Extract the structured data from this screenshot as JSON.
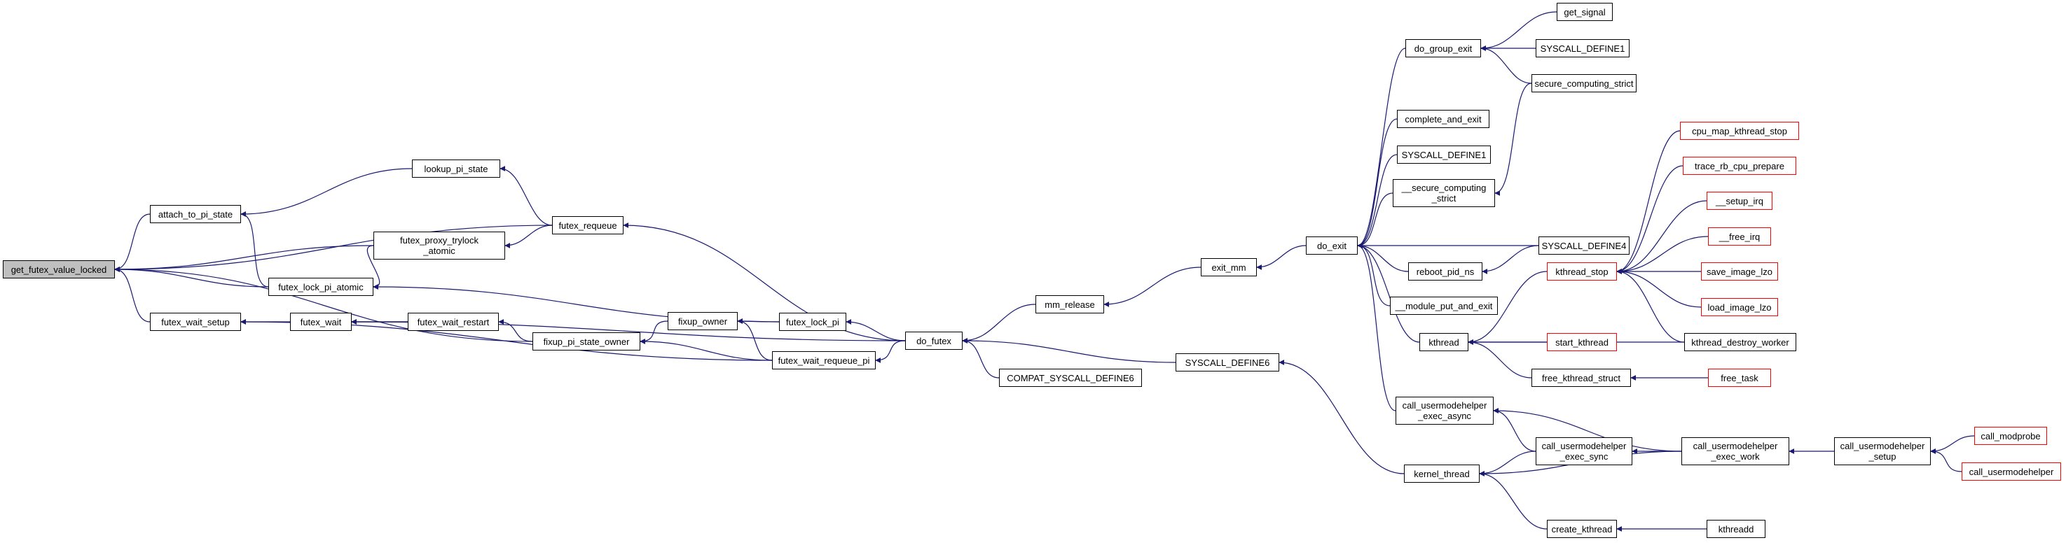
{
  "nodes": [
    {
      "id": "n_get_futex_value_locked",
      "label": "get_futex_value_locked",
      "root": true
    },
    {
      "id": "n_attach_to_pi_state",
      "label": "attach_to_pi_state"
    },
    {
      "id": "n_futex_wait_setup",
      "label": "futex_wait_setup"
    },
    {
      "id": "n_lookup_pi_state",
      "label": "lookup_pi_state"
    },
    {
      "id": "n_futex_proxy_trylock_atomic",
      "label": "futex_proxy_trylock\n_atomic"
    },
    {
      "id": "n_futex_lock_pi_atomic",
      "label": "futex_lock_pi_atomic"
    },
    {
      "id": "n_futex_wait",
      "label": "futex_wait"
    },
    {
      "id": "n_futex_wait_restart",
      "label": "futex_wait_restart"
    },
    {
      "id": "n_futex_requeue",
      "label": "futex_requeue"
    },
    {
      "id": "n_fixup_pi_state_owner",
      "label": "fixup_pi_state_owner"
    },
    {
      "id": "n_fixup_owner",
      "label": "fixup_owner"
    },
    {
      "id": "n_futex_lock_pi",
      "label": "futex_lock_pi"
    },
    {
      "id": "n_futex_wait_requeue_pi",
      "label": "futex_wait_requeue_pi"
    },
    {
      "id": "n_do_futex",
      "label": "do_futex"
    },
    {
      "id": "n_mm_release",
      "label": "mm_release"
    },
    {
      "id": "n_compat_syscall_define6",
      "label": "COMPAT_SYSCALL_DEFINE6"
    },
    {
      "id": "n_exit_mm",
      "label": "exit_mm"
    },
    {
      "id": "n_syscall_define6",
      "label": "SYSCALL_DEFINE6"
    },
    {
      "id": "n_do_exit",
      "label": "do_exit"
    },
    {
      "id": "n_do_group_exit",
      "label": "do_group_exit"
    },
    {
      "id": "n_complete_and_exit",
      "label": "complete_and_exit"
    },
    {
      "id": "n_syscall_define1_b",
      "label": "SYSCALL_DEFINE1"
    },
    {
      "id": "n_secure_computing_strict_u",
      "label": "__secure_computing\n_strict"
    },
    {
      "id": "n_reboot_pid_ns",
      "label": "reboot_pid_ns"
    },
    {
      "id": "n_module_put_and_exit",
      "label": "__module_put_and_exit"
    },
    {
      "id": "n_kthread",
      "label": "kthread"
    },
    {
      "id": "n_cu_exec_async",
      "label": "call_usermodehelper\n_exec_async"
    },
    {
      "id": "n_kernel_thread",
      "label": "kernel_thread"
    },
    {
      "id": "n_get_signal",
      "label": "get_signal"
    },
    {
      "id": "n_syscall_define1_a",
      "label": "SYSCALL_DEFINE1"
    },
    {
      "id": "n_secure_computing_strict",
      "label": "secure_computing_strict"
    },
    {
      "id": "n_syscall_define4",
      "label": "SYSCALL_DEFINE4"
    },
    {
      "id": "n_kthread_stop",
      "label": "kthread_stop",
      "red": true
    },
    {
      "id": "n_start_kthread",
      "label": "start_kthread",
      "red": true
    },
    {
      "id": "n_free_kthread_struct",
      "label": "free_kthread_struct"
    },
    {
      "id": "n_cu_exec_sync",
      "label": "call_usermodehelper\n_exec_sync"
    },
    {
      "id": "n_create_kthread",
      "label": "create_kthread"
    },
    {
      "id": "n_cpu_map_kthread_stop",
      "label": "cpu_map_kthread_stop",
      "red": true
    },
    {
      "id": "n_trace_rb_cpu_prepare",
      "label": "trace_rb_cpu_prepare",
      "red": true
    },
    {
      "id": "n_setup_irq",
      "label": "__setup_irq",
      "red": true
    },
    {
      "id": "n_free_irq",
      "label": "__free_irq",
      "red": true
    },
    {
      "id": "n_save_image_lzo",
      "label": "save_image_lzo",
      "red": true
    },
    {
      "id": "n_load_image_lzo",
      "label": "load_image_lzo",
      "red": true
    },
    {
      "id": "n_kthread_destroy_worker",
      "label": "kthread_destroy_worker"
    },
    {
      "id": "n_free_task",
      "label": "free_task",
      "red": true
    },
    {
      "id": "n_kthreadd",
      "label": "kthreadd"
    },
    {
      "id": "n_cu_exec_work",
      "label": "call_usermodehelper\n_exec_work"
    },
    {
      "id": "n_cu_setup",
      "label": "call_usermodehelper\n_setup"
    },
    {
      "id": "n_call_modprobe",
      "label": "call_modprobe",
      "red": true
    },
    {
      "id": "n_call_usermodehelper",
      "label": "call_usermodehelper",
      "red": true
    }
  ],
  "edges": [
    [
      "n_attach_to_pi_state",
      "n_get_futex_value_locked"
    ],
    [
      "n_futex_requeue",
      "n_get_futex_value_locked"
    ],
    [
      "n_futex_proxy_trylock_atomic",
      "n_get_futex_value_locked"
    ],
    [
      "n_futex_lock_pi_atomic",
      "n_get_futex_value_locked"
    ],
    [
      "n_fixup_pi_state_owner",
      "n_get_futex_value_locked"
    ],
    [
      "n_futex_wait_setup",
      "n_get_futex_value_locked"
    ],
    [
      "n_lookup_pi_state",
      "n_attach_to_pi_state"
    ],
    [
      "n_futex_lock_pi_atomic",
      "n_attach_to_pi_state"
    ],
    [
      "n_futex_wait",
      "n_futex_wait_setup"
    ],
    [
      "n_futex_wait_requeue_pi",
      "n_futex_wait_setup"
    ],
    [
      "n_futex_requeue",
      "n_lookup_pi_state"
    ],
    [
      "n_futex_requeue",
      "n_futex_proxy_trylock_atomic"
    ],
    [
      "n_futex_proxy_trylock_atomic",
      "n_futex_lock_pi_atomic"
    ],
    [
      "n_futex_lock_pi",
      "n_futex_lock_pi_atomic"
    ],
    [
      "n_futex_wait_restart",
      "n_futex_wait"
    ],
    [
      "n_do_futex",
      "n_futex_wait"
    ],
    [
      "n_futex_wait_restart",
      "n_futex_wait"
    ],
    [
      "n_fixup_pi_state_owner",
      "n_futex_wait_restart"
    ],
    [
      "n_do_futex",
      "n_futex_requeue"
    ],
    [
      "n_fixup_owner",
      "n_fixup_pi_state_owner"
    ],
    [
      "n_futex_wait_requeue_pi",
      "n_fixup_pi_state_owner"
    ],
    [
      "n_futex_lock_pi",
      "n_fixup_owner"
    ],
    [
      "n_futex_wait_requeue_pi",
      "n_fixup_owner"
    ],
    [
      "n_do_futex",
      "n_futex_lock_pi"
    ],
    [
      "n_do_futex",
      "n_futex_wait_requeue_pi"
    ],
    [
      "n_mm_release",
      "n_do_futex"
    ],
    [
      "n_compat_syscall_define6",
      "n_do_futex"
    ],
    [
      "n_syscall_define6",
      "n_do_futex"
    ],
    [
      "n_exit_mm",
      "n_mm_release"
    ],
    [
      "n_do_exit",
      "n_exit_mm"
    ],
    [
      "n_kernel_thread",
      "n_syscall_define6"
    ],
    [
      "n_do_group_exit",
      "n_do_exit"
    ],
    [
      "n_complete_and_exit",
      "n_do_exit"
    ],
    [
      "n_syscall_define1_b",
      "n_do_exit"
    ],
    [
      "n_secure_computing_strict_u",
      "n_do_exit"
    ],
    [
      "n_syscall_define4",
      "n_do_exit"
    ],
    [
      "n_reboot_pid_ns",
      "n_do_exit"
    ],
    [
      "n_module_put_and_exit",
      "n_do_exit"
    ],
    [
      "n_kthread",
      "n_do_exit"
    ],
    [
      "n_cu_exec_async",
      "n_do_exit"
    ],
    [
      "n_get_signal",
      "n_do_group_exit"
    ],
    [
      "n_syscall_define1_a",
      "n_do_group_exit"
    ],
    [
      "n_secure_computing_strict",
      "n_do_group_exit"
    ],
    [
      "n_secure_computing_strict",
      "n_secure_computing_strict_u"
    ],
    [
      "n_syscall_define4",
      "n_reboot_pid_ns"
    ],
    [
      "n_kthread_stop",
      "n_kthread"
    ],
    [
      "n_start_kthread",
      "n_kthread"
    ],
    [
      "n_free_kthread_struct",
      "n_kthread"
    ],
    [
      "n_kthread_destroy_worker",
      "n_kthread"
    ],
    [
      "n_cu_exec_sync",
      "n_cu_exec_async"
    ],
    [
      "n_cu_exec_work",
      "n_cu_exec_async"
    ],
    [
      "n_cu_exec_sync",
      "n_kernel_thread"
    ],
    [
      "n_create_kthread",
      "n_kernel_thread"
    ],
    [
      "n_cu_exec_work",
      "n_kernel_thread"
    ],
    [
      "n_cpu_map_kthread_stop",
      "n_kthread_stop"
    ],
    [
      "n_trace_rb_cpu_prepare",
      "n_kthread_stop"
    ],
    [
      "n_setup_irq",
      "n_kthread_stop"
    ],
    [
      "n_free_irq",
      "n_kthread_stop"
    ],
    [
      "n_save_image_lzo",
      "n_kthread_stop"
    ],
    [
      "n_load_image_lzo",
      "n_kthread_stop"
    ],
    [
      "n_kthread_destroy_worker",
      "n_kthread_stop"
    ],
    [
      "n_free_task",
      "n_free_kthread_struct"
    ],
    [
      "n_cu_exec_work",
      "n_cu_exec_sync"
    ],
    [
      "n_kthreadd",
      "n_create_kthread"
    ],
    [
      "n_cu_setup",
      "n_cu_exec_work"
    ],
    [
      "n_call_modprobe",
      "n_cu_setup"
    ],
    [
      "n_call_usermodehelper",
      "n_cu_setup"
    ]
  ]
}
